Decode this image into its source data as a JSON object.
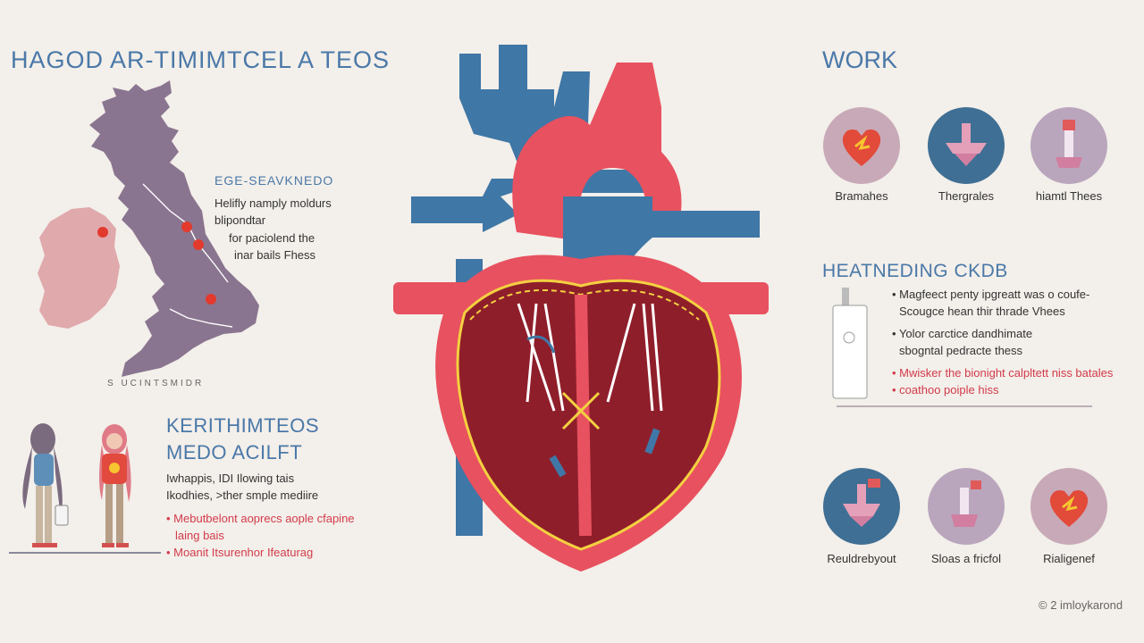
{
  "header": {
    "title": "HAGOD AR-TIMIMTCEL A TEOS"
  },
  "map": {
    "caption": "S UCINTSMIDR"
  },
  "map_side": {
    "heading": "EGE-SEAVKNEDO",
    "lines": [
      "Helifly namply moldurs",
      "blipondtar",
      "for paciolend the",
      "inar bails Fhess"
    ]
  },
  "section_left": {
    "heading_1": "KERITHIMTEOS",
    "heading_2": "MEDO ACILFT",
    "lines": [
      "Iwhappis, IDI Ilowing tais",
      "Ikodhies, >ther smple mediire"
    ],
    "red_items": [
      "Mebutbelont aoprecs aople cfapine",
      "laing bais",
      "Moanit Itsurenhor Ifeaturag"
    ]
  },
  "work": {
    "title": "WORK",
    "top_items": [
      {
        "label": "Bramahes",
        "icon": "heart-icon"
      },
      {
        "label": "Thergrales",
        "icon": "valve-icon"
      },
      {
        "label": "hiamtl Thees",
        "icon": "device-icon"
      }
    ],
    "bottom_items": [
      {
        "label": "Reuldrebyout",
        "icon": "valve-icon"
      },
      {
        "label": "Sloas a fricfol",
        "icon": "device-icon"
      },
      {
        "label": "Rialigenef",
        "icon": "heart-icon"
      }
    ]
  },
  "heart_section": {
    "heading": "HEATNEDING CKDB",
    "bullets": [
      "Magfeect penty ipgreatt was o coufe-",
      "Scougce hean thir thrade Vhees",
      "Yolor carctice dandhimate",
      "sbogntal pedracte thess"
    ],
    "red_bullets": [
      "Mwisker the bionight calpltett niss batales",
      "coathoo poiple hiss"
    ]
  },
  "footer": {
    "copyright": "© 2 imloykarond"
  },
  "colors": {
    "accent": "#4a78a8",
    "red": "#d23b4b",
    "heart_red": "#e8515f",
    "vein_blue": "#3f77a6",
    "map_purple": "#8a7590",
    "map_pink": "#e0a9ac"
  }
}
